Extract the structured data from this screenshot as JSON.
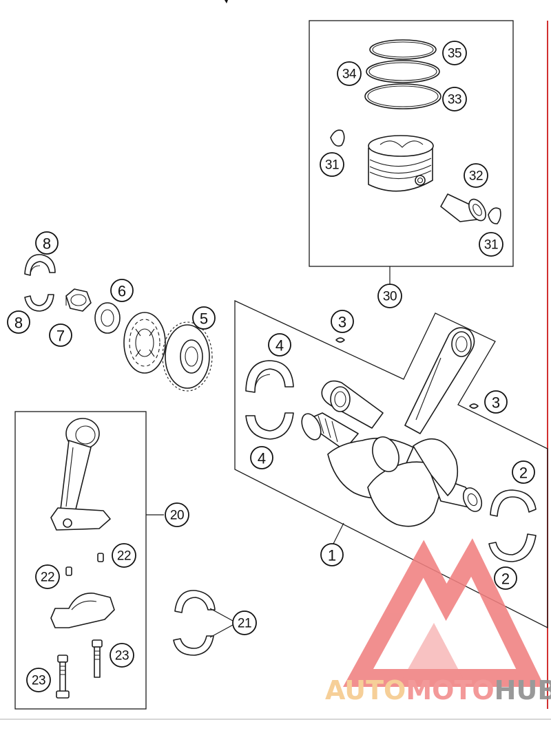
{
  "callouts": {
    "c1": "1",
    "c2a": "2",
    "c2b": "2",
    "c3a": "3",
    "c3b": "3",
    "c4a": "4",
    "c4b": "4",
    "c5": "5",
    "c6": "6",
    "c7": "7",
    "c8a": "8",
    "c8b": "8",
    "c20": "20",
    "c21": "21",
    "c22a": "22",
    "c22b": "22",
    "c23a": "23",
    "c23b": "23",
    "c30": "30",
    "c31a": "31",
    "c31b": "31",
    "c32": "32",
    "c33": "33",
    "c34": "34",
    "c35": "35"
  },
  "watermark": {
    "part_a": "AUTO",
    "part_b": "MOTO",
    "part_c": "HUB",
    "colors": {
      "auto": "#f5c98a",
      "moto": "#f28c8c",
      "hub": "#8c8c8c",
      "triangle": "#f08080"
    }
  }
}
